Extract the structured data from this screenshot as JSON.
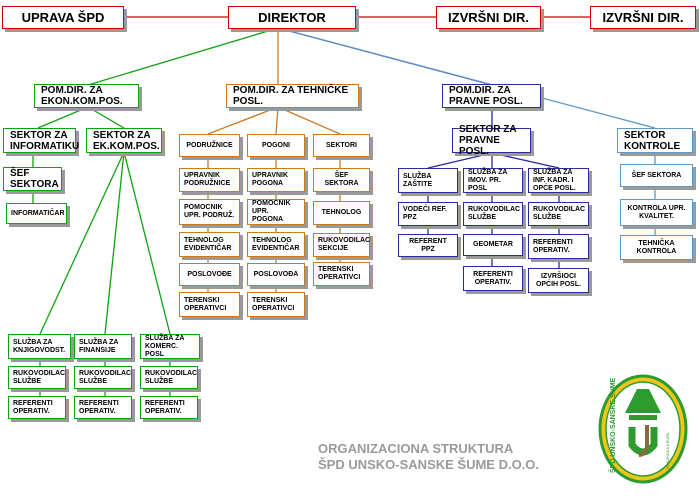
{
  "top": {
    "uprava": "UPRAVA ŠPD",
    "direktor": "DIREKTOR",
    "izvrsni1": "IZVRŠNI DIR.",
    "izvrsni2": "IZVRŠNI DIR."
  },
  "ekon": {
    "head": "POM.DIR. ZA EKON.KOM.POS.",
    "sektor_info": "SEKTOR ZA INFORMATIKU",
    "sef_sektora": "ŠEF SEKTORA",
    "informaticar": "INFORMATIČAR",
    "sektor_ek": "SEKTOR ZA EK.KOM.POS.",
    "columns": [
      [
        "SLUŽBA ZA KNJIGOVODST.",
        "RUKOVODILAC SLUŽBE",
        "REFERENTI OPERATIV."
      ],
      [
        "SLUŽBA ZA FINANSIJE",
        "RUKOVODILAC SLUŽBE",
        "REFERENTI OPERATIV."
      ],
      [
        "SLUŽBA ZA KOMERC. POSL",
        "RUKOVODILAC SLUŽBE",
        "REFERENTI OPERATIV."
      ]
    ]
  },
  "teh": {
    "head": "POM.DIR. ZA TEHNIČKE POSL.",
    "columns": [
      [
        "PODRUŽNICE",
        "UPRAVNIK PODRUŽNICE",
        "POMOCNIK UPR. PODRUŽ.",
        "TEHNOLOG EVIDENTIČAR",
        "POSLOVOĐE",
        "TERENSKI OPERATIVCI"
      ],
      [
        "POGONI",
        "UPRAVNIK POGONA",
        "POMOCNIK UPR. POGONA",
        "TEHNOLOG EVIDENTIČAR",
        "POSLOVOĐA",
        "TERENSKI OPERATIVCI"
      ],
      [
        "SEKTORI",
        "ŠEF SEKTORA",
        "TEHNOLOG",
        "RUKOVODILAC SEKCIJE",
        "TERENSKI OPERATIVCI"
      ]
    ]
  },
  "prav": {
    "head": "POM.DIR. ZA PRAVNE POSL.",
    "sektor": "SEKTOR ZA PRAVNE POSL.",
    "columns": [
      [
        "SLUŽBA ZAŠTITE",
        "VODEĆI REF. PPZ",
        "REFERENT PPZ"
      ],
      [
        "SLUŽBA ZA IMOV. PR. POSL",
        "RUKOVODILAC SLUŽBE",
        "GEOMETAR",
        "REFERENTI OPERATIV."
      ],
      [
        "SLUŽBA ZA INF. KADR. I OPĆE POSL.",
        "RUKOVODILAC SLUŽBE",
        "REFERENTI OPERATIV.",
        "IZVRŠIOCI OPĆIH POSL."
      ]
    ]
  },
  "kontrola": {
    "head": "SEKTOR KONTROLE",
    "items": [
      "ŠEF SEKTORA",
      "KONTROLA UPR. KVALITET.",
      "TEHNIČKA KONTROLA"
    ]
  },
  "title": {
    "line1": "ORGANIZACIONA STRUKTURA",
    "line2": "ŠPD UNSKO-SANSKE ŠUME D.O.O."
  },
  "logo": {
    "text": "ŠPD UNSKO-SANSKE ŠUME",
    "small": "BOSANSKA KRUPA"
  },
  "colors": {
    "top": "#cc0000",
    "ekon": "#11a011",
    "teh": "#cc7a22",
    "prav": "#2b2b99",
    "kontrola": "#5d98c9",
    "title": "#9a9a9a",
    "logo_green": "#2e9b2e",
    "logo_yellow": "#f2c51a"
  }
}
